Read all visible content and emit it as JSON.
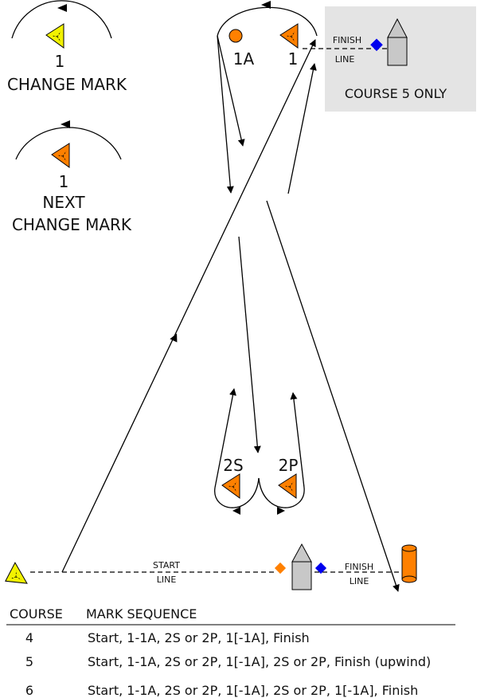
{
  "legend": {
    "change_mark": {
      "number": "1",
      "label": "CHANGE MARK"
    },
    "next_change_mark": {
      "number": "1",
      "line1": "NEXT",
      "line2": "CHANGE MARK"
    }
  },
  "marks": {
    "mark_1a": "1A",
    "mark_1": "1",
    "mark_2s": "2S",
    "mark_2p": "2P"
  },
  "course5_box": {
    "finish": "FINISH",
    "line": "LINE",
    "label": "COURSE 5 ONLY"
  },
  "start_line": {
    "start": "START",
    "line": "LINE"
  },
  "finish_line": {
    "finish": "FINISH",
    "line": "LINE"
  },
  "table": {
    "headers": [
      "COURSE",
      "MARK SEQUENCE"
    ],
    "rows": [
      {
        "course": "4",
        "sequence": "Start, 1-1A, 2S or 2P, 1[-1A], Finish"
      },
      {
        "course": "5",
        "sequence": "Start, 1-1A, 2S or 2P, 1[-1A], 2S or 2P, Finish (upwind)"
      },
      {
        "course": "6",
        "sequence": "Start, 1-1A, 2S or 2P, 1[-1A], 2S or 2P, 1[-1A], Finish"
      }
    ]
  },
  "colors": {
    "yellow": "#f2f200",
    "orange": "#ff8000",
    "blue": "#0000ee",
    "boat": "#c8c8c8",
    "box": "#e4e4e4"
  }
}
